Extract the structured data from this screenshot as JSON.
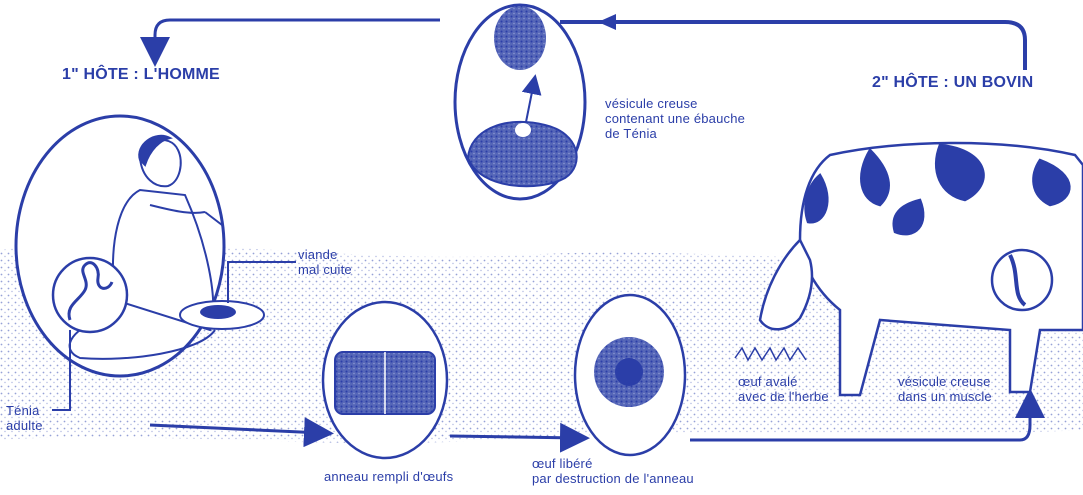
{
  "colors": {
    "ink": "#2b3ea8",
    "paper": "#ffffff",
    "ground": "#b9c1e3"
  },
  "hosts": {
    "first": "1\" HÔTE : L'HOMME",
    "second": "2\" HÔTE : UN BOVIN"
  },
  "labels": {
    "vesicule_top_1": "vésicule creuse",
    "vesicule_top_2": "contenant une ébauche",
    "vesicule_top_3": "de Ténia",
    "viande_1": "viande",
    "viande_2": "mal cuite",
    "tenia_1": "Ténia",
    "tenia_2": "adulte",
    "anneau": "anneau rempli d'œufs",
    "oeuf_libere_1": "œuf libéré",
    "oeuf_libere_2": "par destruction de l'anneau",
    "oeuf_avale_1": "œuf avalé",
    "oeuf_avale_2": "avec de l'herbe",
    "vesicule_muscle_1": "vésicule creuse",
    "vesicule_muscle_2": "dans un muscle"
  }
}
